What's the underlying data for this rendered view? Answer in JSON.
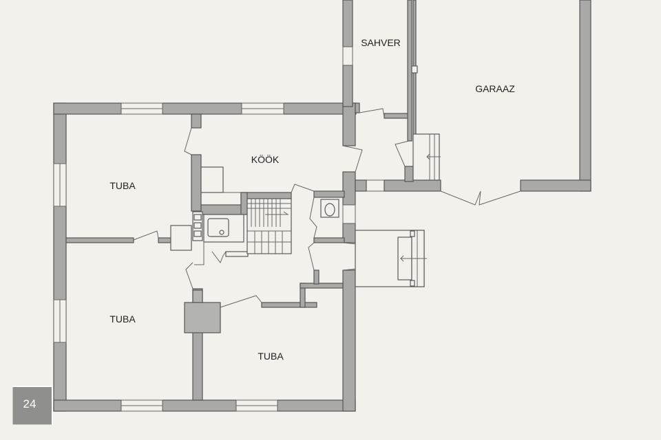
{
  "rooms": [
    {
      "id": "tuba-1",
      "label": "TUBA"
    },
    {
      "id": "tuba-2",
      "label": "TUBA"
    },
    {
      "id": "tuba-3",
      "label": "TUBA"
    },
    {
      "id": "kook",
      "label": "KÖÖK"
    },
    {
      "id": "sahver",
      "label": "SAHVER"
    },
    {
      "id": "garaaz",
      "label": "GARAAZ"
    }
  ],
  "badge": {
    "page_number": "24"
  },
  "colors": {
    "wall": "#a9a9a6",
    "background": "#f2f1ec",
    "badge": "#8f8f8d"
  }
}
